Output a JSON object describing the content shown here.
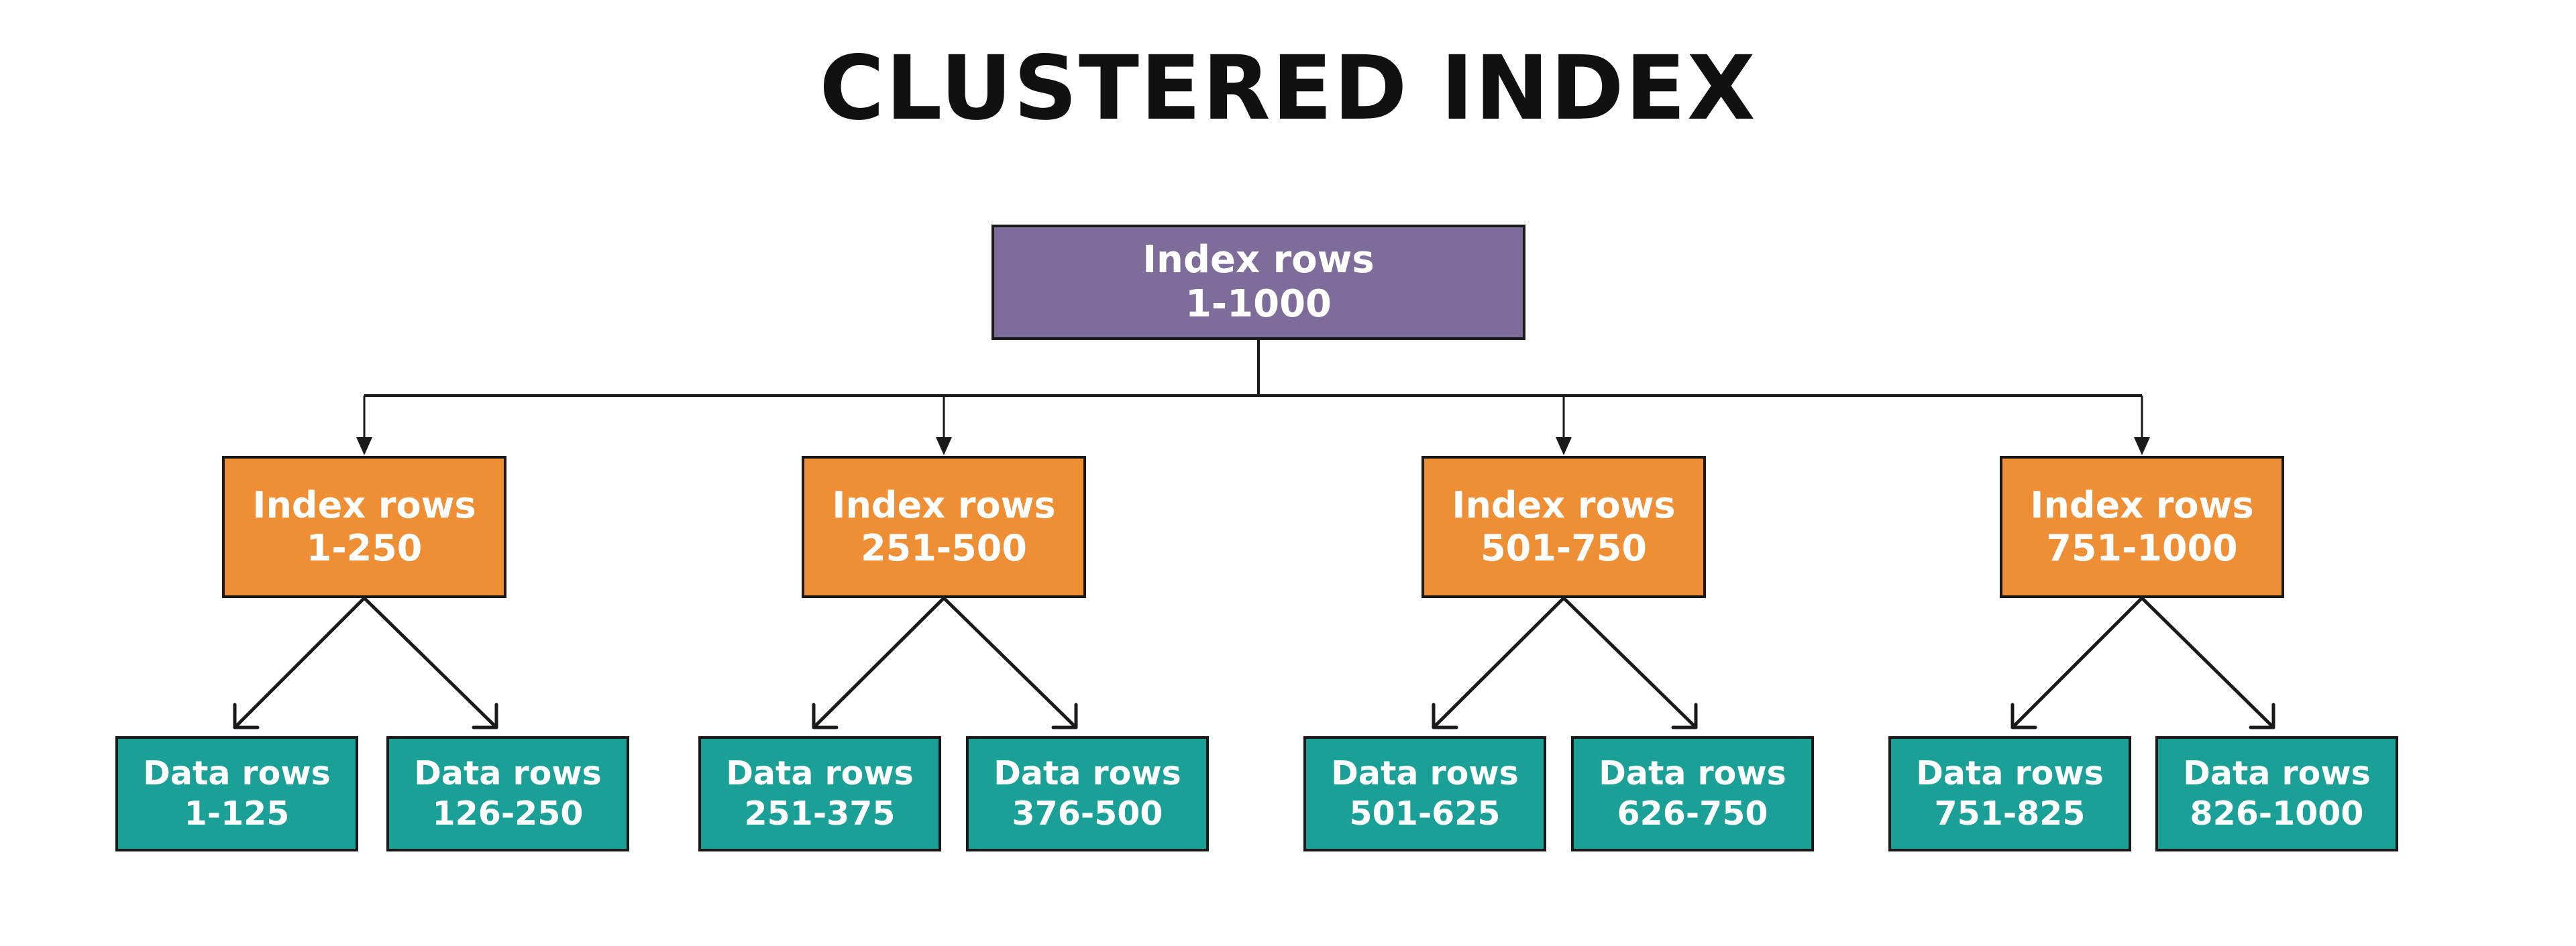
{
  "title": "CLUSTERED INDEX",
  "colors": {
    "root": "#7e6c9b",
    "index": "#ee8e35",
    "data": "#1aa096",
    "line": "#1a1a1a"
  },
  "root": {
    "line1": "Index rows",
    "line2": "1-1000"
  },
  "index_nodes": [
    {
      "line1": "Index rows",
      "line2": "1-250"
    },
    {
      "line1": "Index rows",
      "line2": "251-500"
    },
    {
      "line1": "Index rows",
      "line2": "501-750"
    },
    {
      "line1": "Index rows",
      "line2": "751-1000"
    }
  ],
  "data_nodes": [
    {
      "line1": "Data rows",
      "line2": "1-125"
    },
    {
      "line1": "Data rows",
      "line2": "126-250"
    },
    {
      "line1": "Data rows",
      "line2": "251-375"
    },
    {
      "line1": "Data rows",
      "line2": "376-500"
    },
    {
      "line1": "Data rows",
      "line2": "501-625"
    },
    {
      "line1": "Data rows",
      "line2": "626-750"
    },
    {
      "line1": "Data rows",
      "line2": "751-825"
    },
    {
      "line1": "Data rows",
      "line2": "826-1000"
    }
  ]
}
